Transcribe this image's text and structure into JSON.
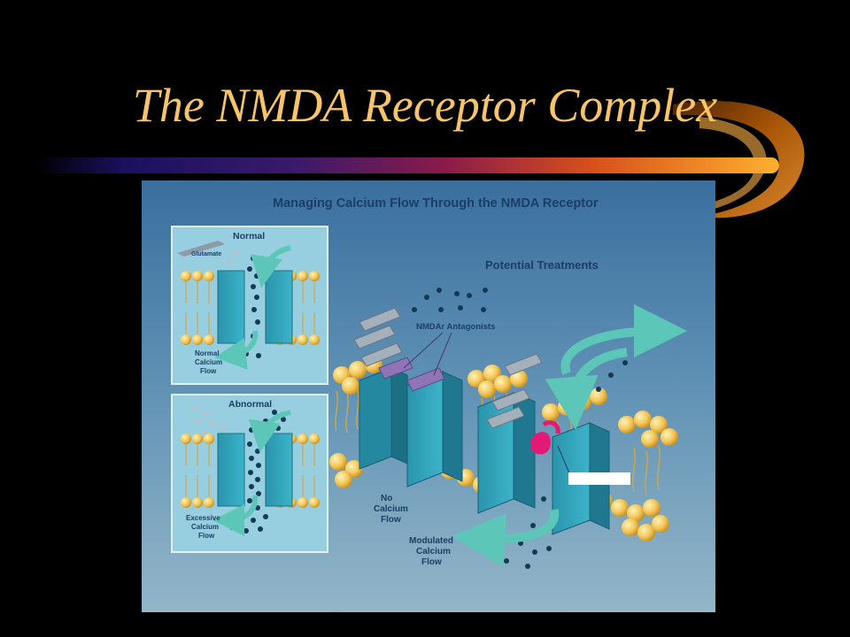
{
  "slide": {
    "title": "The NMDA Receptor Complex"
  },
  "figure": {
    "title": "Managing Calcium Flow Through the NMDA Receptor",
    "normal_panel": {
      "heading": "Normal",
      "glutamate_label": "Glutamate",
      "flow_label": [
        "Normal",
        "Calcium",
        "Flow"
      ]
    },
    "abnormal_panel": {
      "heading": "Abnormal",
      "flow_label": [
        "Excessive",
        "Calcium",
        "Flow"
      ]
    },
    "treatments": {
      "heading": "Potential Treatments",
      "antagonists_label": "NMDAr Antagonists",
      "no_flow_label": [
        "No",
        "Calcium",
        "Flow"
      ],
      "modulated_label": [
        "Modulated",
        "Calcium",
        "Flow"
      ]
    }
  },
  "colors": {
    "title_color": "#f7c468",
    "figure_bg_top": "#3f7aa6",
    "figure_bg_bottom": "#8fb1c4",
    "panel_bg": "#97cfe0",
    "channel": "#2f9fb6",
    "lipid_head": "#f3c454",
    "arrow": "#5cc6b8",
    "antagonist": "#8f74b8",
    "modulator": "#e21a76"
  }
}
